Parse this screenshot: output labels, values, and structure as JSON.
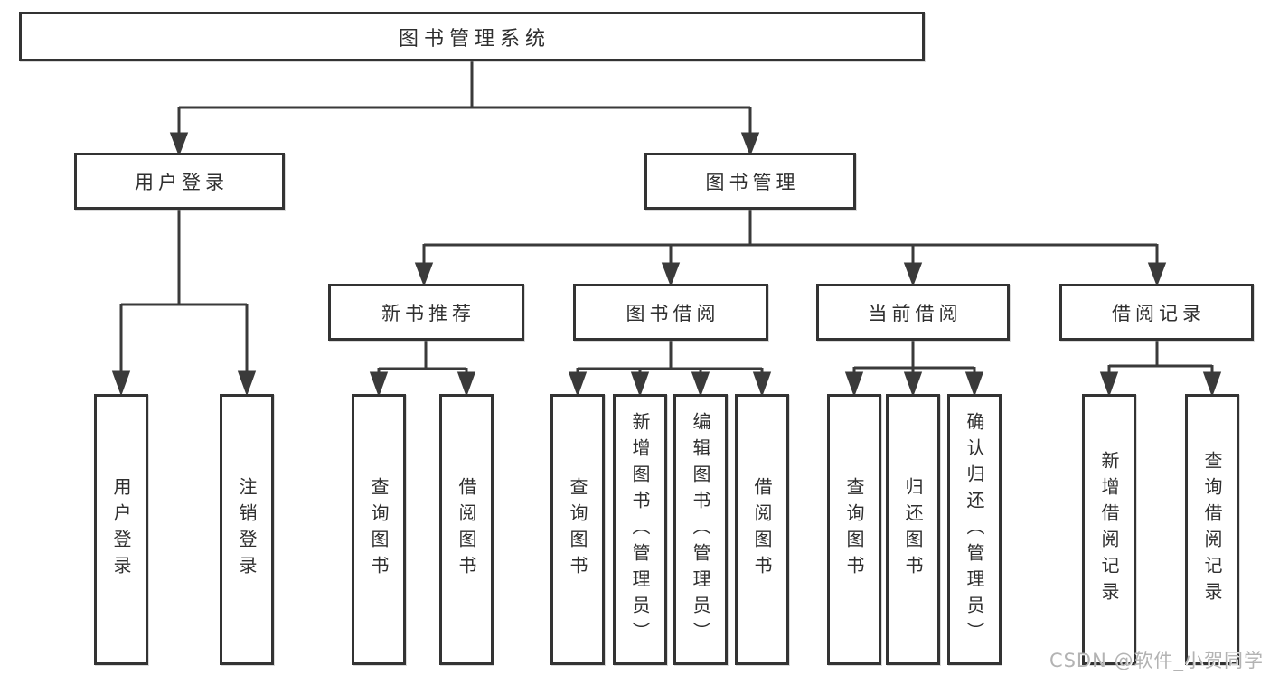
{
  "diagram": {
    "root": {
      "label": "图书管理系统"
    },
    "branches": [
      {
        "label": "用户登录",
        "children": [
          {
            "label": "用户登录"
          },
          {
            "label": "注销登录"
          }
        ]
      },
      {
        "label": "图书管理",
        "children": [
          {
            "label": "新书推荐",
            "children": [
              {
                "label": "查询图书"
              },
              {
                "label": "借阅图书"
              }
            ]
          },
          {
            "label": "图书借阅",
            "children": [
              {
                "label": "查询图书"
              },
              {
                "label": "新增图书（管理员）"
              },
              {
                "label": "编辑图书（管理员）"
              },
              {
                "label": "借阅图书"
              }
            ]
          },
          {
            "label": "当前借阅",
            "children": [
              {
                "label": "查询图书"
              },
              {
                "label": "归还图书"
              },
              {
                "label": "确认归还（管理员）"
              }
            ]
          },
          {
            "label": "借阅记录",
            "children": [
              {
                "label": "新增借阅记录"
              },
              {
                "label": "查询借阅记录"
              }
            ]
          }
        ]
      }
    ]
  },
  "watermark": {
    "text": "CSDN @软件_小贺同学",
    "color": "#b3b3b3"
  },
  "colors": {
    "border": "#333333",
    "line": "#3a3a3a",
    "text": "#2f2f2f",
    "background": "#ffffff"
  }
}
